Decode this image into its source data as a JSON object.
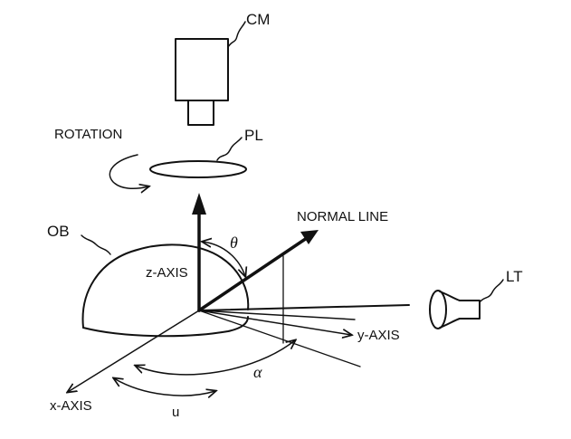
{
  "labels": {
    "cm": "CM",
    "pl": "PL",
    "rotation": "ROTATION",
    "ob": "OB",
    "normal_line": "NORMAL LINE",
    "theta": "θ",
    "z_axis": "z-AXIS",
    "lt": "LT",
    "y_axis": "y-AXIS",
    "alpha": "α",
    "x_axis": "x-AXIS",
    "u": "u"
  },
  "colors": {
    "ink": "#111111",
    "background": "#ffffff"
  }
}
